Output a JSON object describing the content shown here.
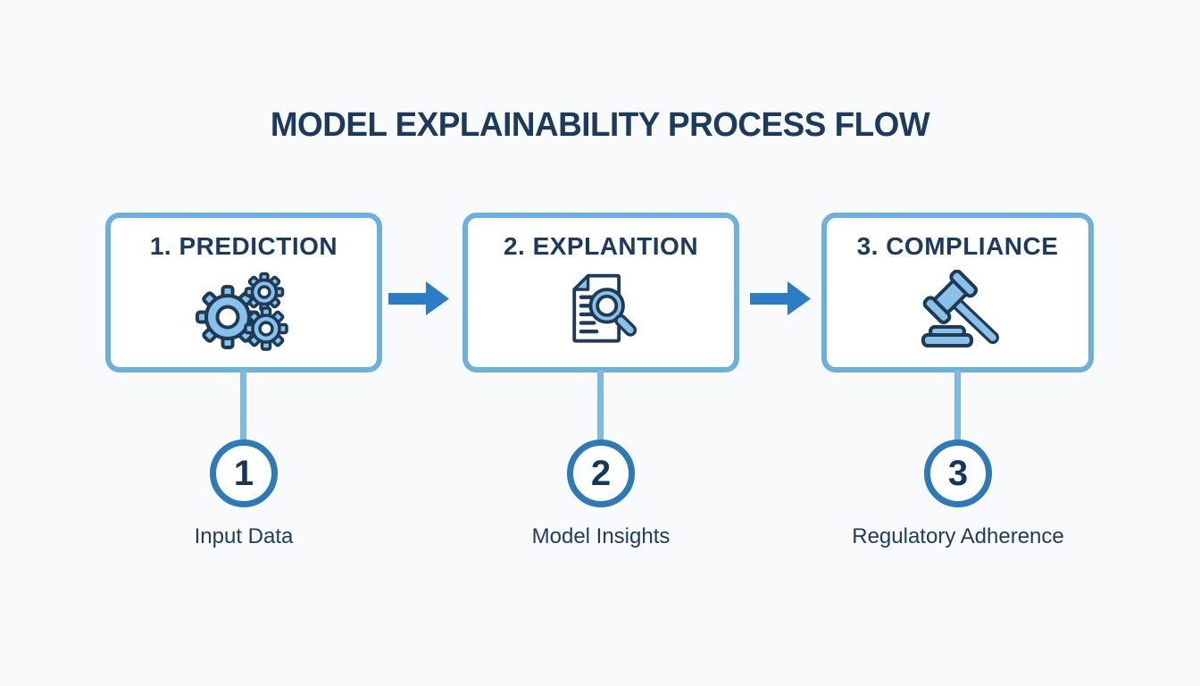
{
  "title": "MODEL EXPLAINABILITY PROCESS FLOW",
  "colors": {
    "background": "#f8fafb",
    "box_border": "#6cb0de",
    "box_fill": "#ffffff",
    "heading_text": "#1b3a5e",
    "arrow_blue": "#2b7ec5",
    "circle_border": "#2d79ba",
    "connector_blue": "#7db9e4",
    "icon_fill": "#89c1e8",
    "icon_outline": "#1d3a57"
  },
  "steps": [
    {
      "box_label": "1. PREDICTION",
      "icon": "gears-icon",
      "badge_number": "1",
      "caption": "Input Data"
    },
    {
      "box_label": "2. EXPLANTION",
      "icon": "document-magnifier-icon",
      "badge_number": "2",
      "caption": "Model Insights"
    },
    {
      "box_label": "3. COMPLIANCE",
      "icon": "gavel-icon",
      "badge_number": "3",
      "caption": "Regulatory Adherence"
    }
  ]
}
